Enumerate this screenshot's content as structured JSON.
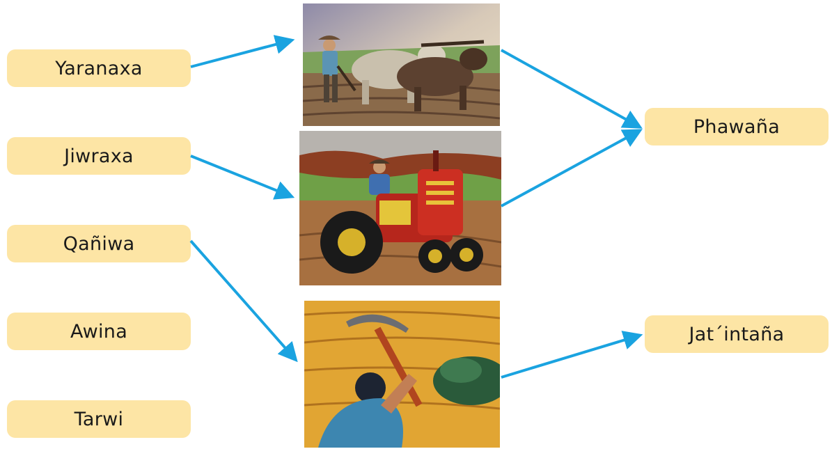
{
  "left_labels": [
    "Yaranaxa",
    "Jiwraxa",
    "Qañiwa",
    "Awina",
    "Tarwi"
  ],
  "right_labels": [
    "Phawaña",
    "Jat´intaña"
  ],
  "pictures": [
    {
      "icon": "oxen-plowing-picture"
    },
    {
      "icon": "tractor-plowing-picture"
    },
    {
      "icon": "pickaxe-digging-picture"
    }
  ],
  "arrow_color": "#1aa3e0",
  "label_color": "#fde5a5"
}
